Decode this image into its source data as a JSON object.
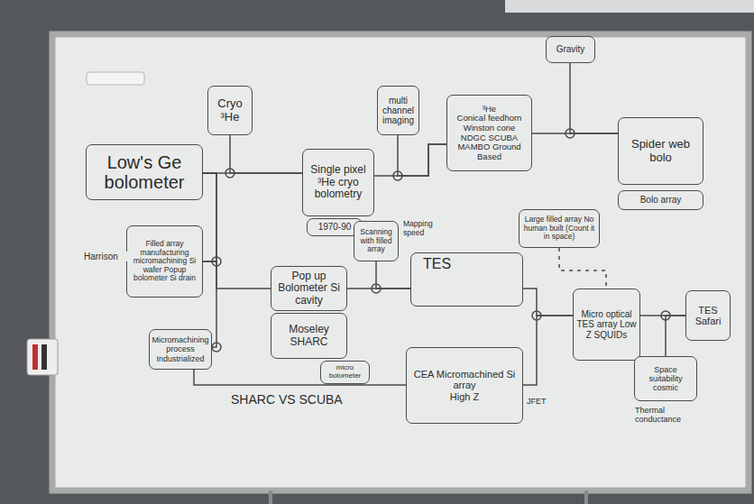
{
  "diagram": {
    "nodes": [
      {
        "text": [
          "Low's Ge bolometer"
        ]
      },
      {
        "text": [
          "Cryo ³He"
        ]
      },
      {
        "text": [
          "Single pixel",
          "³He cryo bolometry"
        ]
      },
      {
        "text": [
          "1970-90"
        ]
      },
      {
        "text": [
          "multi channel imaging"
        ]
      },
      {
        "text": [
          "³He",
          "Conical feedhorn Winston cone",
          "NDGC SCUBA MAMBO Ground Based"
        ]
      },
      {
        "text": [
          "Gravity"
        ]
      },
      {
        "text": [
          "Spider web bolo"
        ]
      },
      {
        "text": [
          "Bolo array"
        ]
      },
      {
        "text": [
          "Filled array manufacturing micromachining Si wafer Popup bolometer Si drain"
        ]
      },
      {
        "text": [
          "Micromachining process Industrialized"
        ]
      },
      {
        "text": [
          "Pop up Bolometer Si cavity"
        ]
      },
      {
        "text": [
          "Moseley SHARC"
        ]
      },
      {
        "text": [
          "micro bolometer"
        ]
      },
      {
        "text": [
          "TES"
        ]
      },
      {
        "text": [
          "CEA Micromachined Si array",
          "High Z"
        ]
      },
      {
        "text": [
          "Micro optical",
          "TES array Low Z SQUIDs"
        ]
      },
      {
        "text": [
          "TES Safari"
        ]
      },
      {
        "text": [
          "Space suitability cosmic"
        ]
      },
      {
        "text": [
          "Scanning with filled array"
        ]
      },
      {
        "text": [
          "Large filled array No human built (Count it in space)"
        ]
      }
    ],
    "edges": [
      {
        "from": 0,
        "to": 2,
        "arrow": "none"
      },
      {
        "from": 1,
        "to": 2,
        "arrow": "none"
      },
      {
        "from": 0,
        "to": 9,
        "arrow": "none"
      },
      {
        "from": 9,
        "to": 11,
        "arrow": "none"
      },
      {
        "from": 0,
        "to": 10,
        "arrow": "none"
      },
      {
        "from": 10,
        "to": 15,
        "arrow": "none"
      },
      {
        "from": 2,
        "to": 5,
        "arrow": "none"
      },
      {
        "from": 4,
        "to": 5,
        "arrow": "none"
      },
      {
        "from": 5,
        "to": 7,
        "arrow": "none"
      },
      {
        "from": 6,
        "to": 7,
        "arrow": "none"
      },
      {
        "from": 11,
        "to": 14,
        "arrow": "none"
      },
      {
        "from": 19,
        "to": 14,
        "arrow": "none"
      },
      {
        "from": 14,
        "to": 16,
        "arrow": "none"
      },
      {
        "from": 15,
        "to": 16,
        "arrow": "none"
      },
      {
        "from": 16,
        "to": 17,
        "arrow": "none"
      },
      {
        "from": 18,
        "to": 17,
        "arrow": "none"
      },
      {
        "from": 20,
        "to": 16,
        "arrow": "none"
      }
    ],
    "labels": [
      "Harrison",
      "Mapping speed",
      "SHARC VS SCUBA",
      "JFET",
      "Thermal conductance"
    ]
  }
}
